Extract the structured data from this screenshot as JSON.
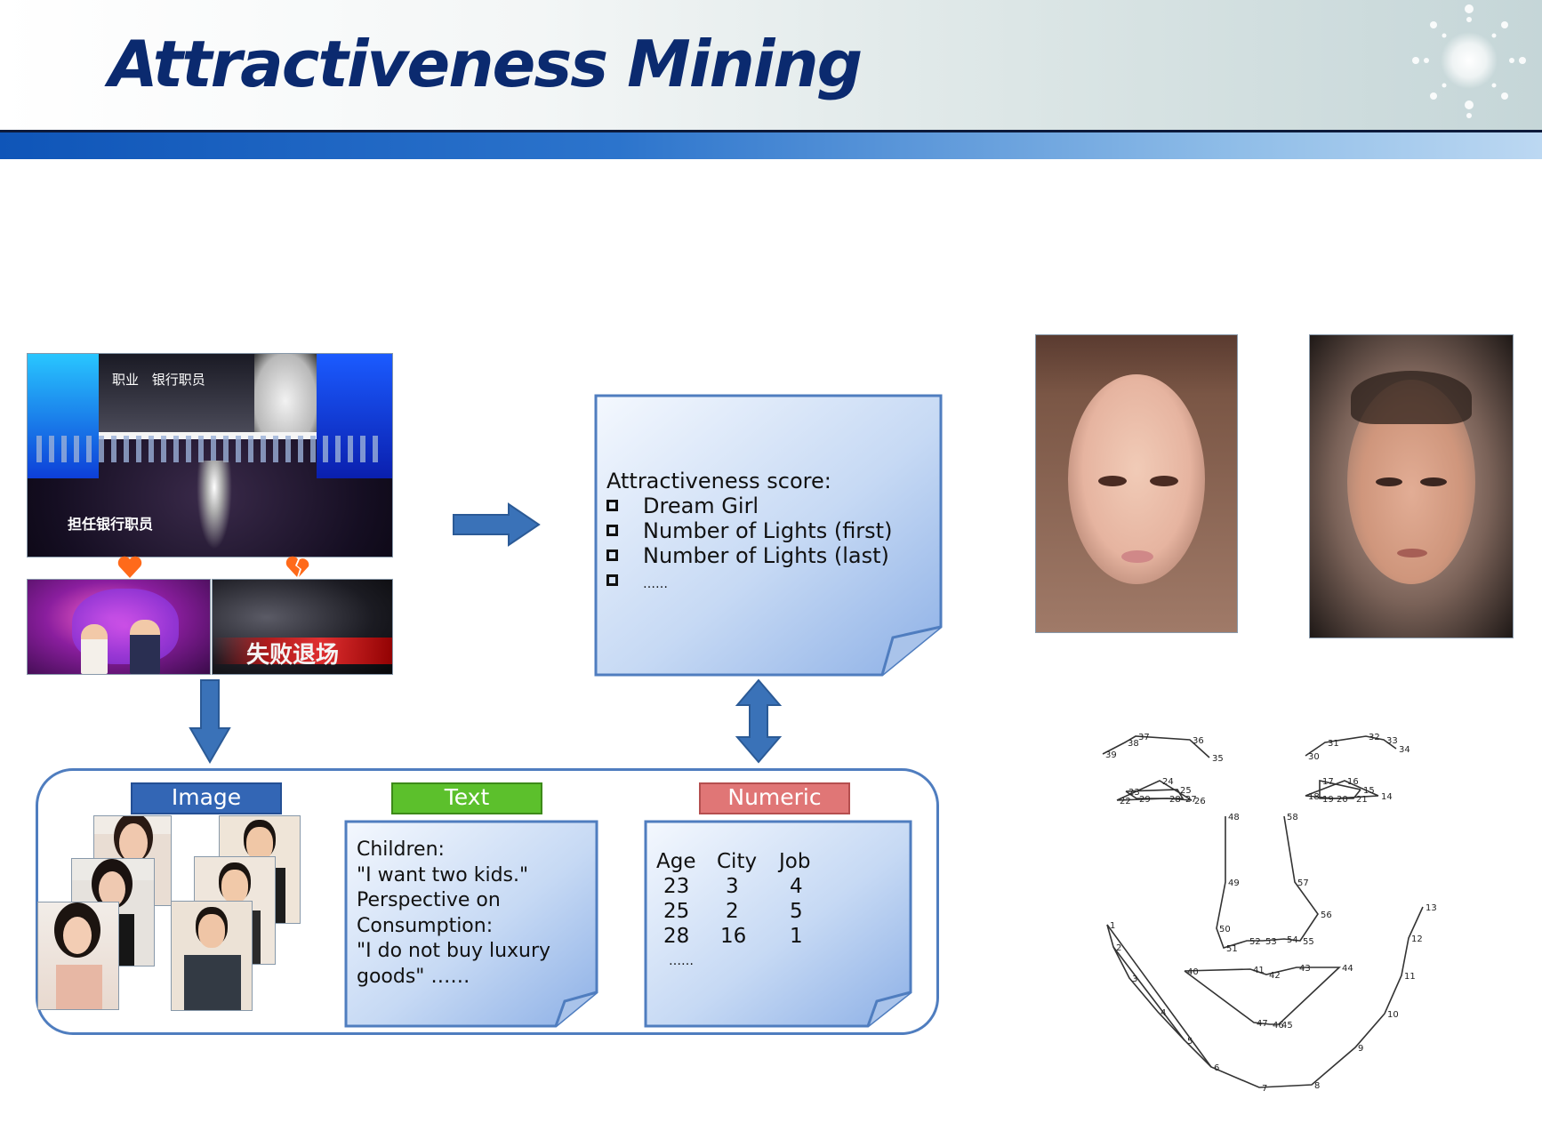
{
  "header": {
    "title": "Attractiveness Mining"
  },
  "top_left_photo": {
    "top_caption_1": "职业",
    "top_caption_2": "银行职员",
    "left_caption": "担任银行职员",
    "bottom_right_caption": "失败退场"
  },
  "score_note": {
    "heading": "Attractiveness score:",
    "items": [
      "Dream Girl",
      "Number of Lights (first)",
      "Number of Lights (last)",
      "……"
    ]
  },
  "panel": {
    "image_label": "Image",
    "text_label": "Text",
    "numeric_label": "Numeric",
    "text_note": {
      "lines": [
        "Children:",
        "\"I want two kids.\"",
        "Perspective on",
        "Consumption:",
        "\"I do not buy luxury",
        "goods\" ……"
      ]
    },
    "numeric_note": {
      "headers": [
        "Age",
        "City",
        "Job"
      ],
      "rows": [
        [
          "23",
          "3",
          "4"
        ],
        [
          "25",
          "2",
          "5"
        ],
        [
          "28",
          "16",
          "1"
        ]
      ],
      "ellipsis": "……"
    }
  },
  "landmarks": {
    "labels": [
      "1",
      "2",
      "3",
      "4",
      "5",
      "6",
      "7",
      "8",
      "9",
      "10",
      "11",
      "12",
      "13",
      "14",
      "15",
      "16",
      "17",
      "18",
      "19",
      "20",
      "21",
      "22",
      "23",
      "24",
      "25",
      "26",
      "27",
      "28",
      "29",
      "30",
      "31",
      "32",
      "33",
      "34",
      "35",
      "36",
      "37",
      "38",
      "39",
      "40",
      "41",
      "42",
      "43",
      "44",
      "45",
      "46",
      "47",
      "48",
      "49",
      "50",
      "51",
      "52",
      "53",
      "54",
      "55",
      "56",
      "57",
      "58"
    ]
  },
  "colors": {
    "title": "#0b2a6f",
    "arrow": "#3a72b8",
    "image_label": "#3366b5",
    "text_label": "#5cc02c",
    "numeric_label": "#e07676",
    "panel_border": "#4f7dbf"
  }
}
